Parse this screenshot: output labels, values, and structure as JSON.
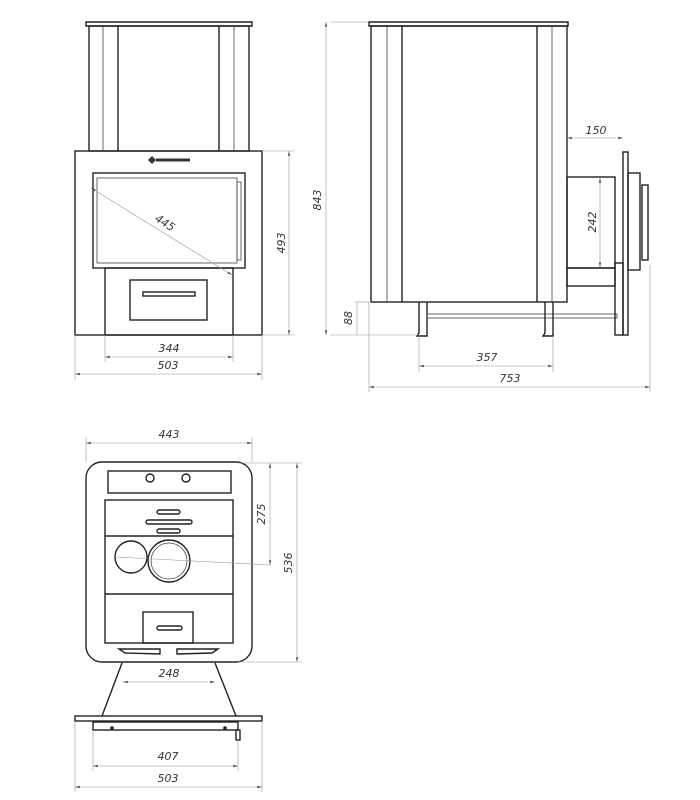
{
  "front_view": {
    "diagonal": "445",
    "height": "493",
    "inner_width": "344",
    "width": "503"
  },
  "side_view": {
    "total_height": "843",
    "leg_height": "88",
    "tunnel_length": "150",
    "tunnel_height": "242",
    "leg_span": "357",
    "depth": "753"
  },
  "top_view": {
    "body_width": "443",
    "hole_offset": "275",
    "body_depth": "536",
    "leg_span": "248",
    "plate_inner": "407",
    "plate_width": "503"
  },
  "colors": {
    "line": "#222222",
    "dimension": "#999999"
  }
}
